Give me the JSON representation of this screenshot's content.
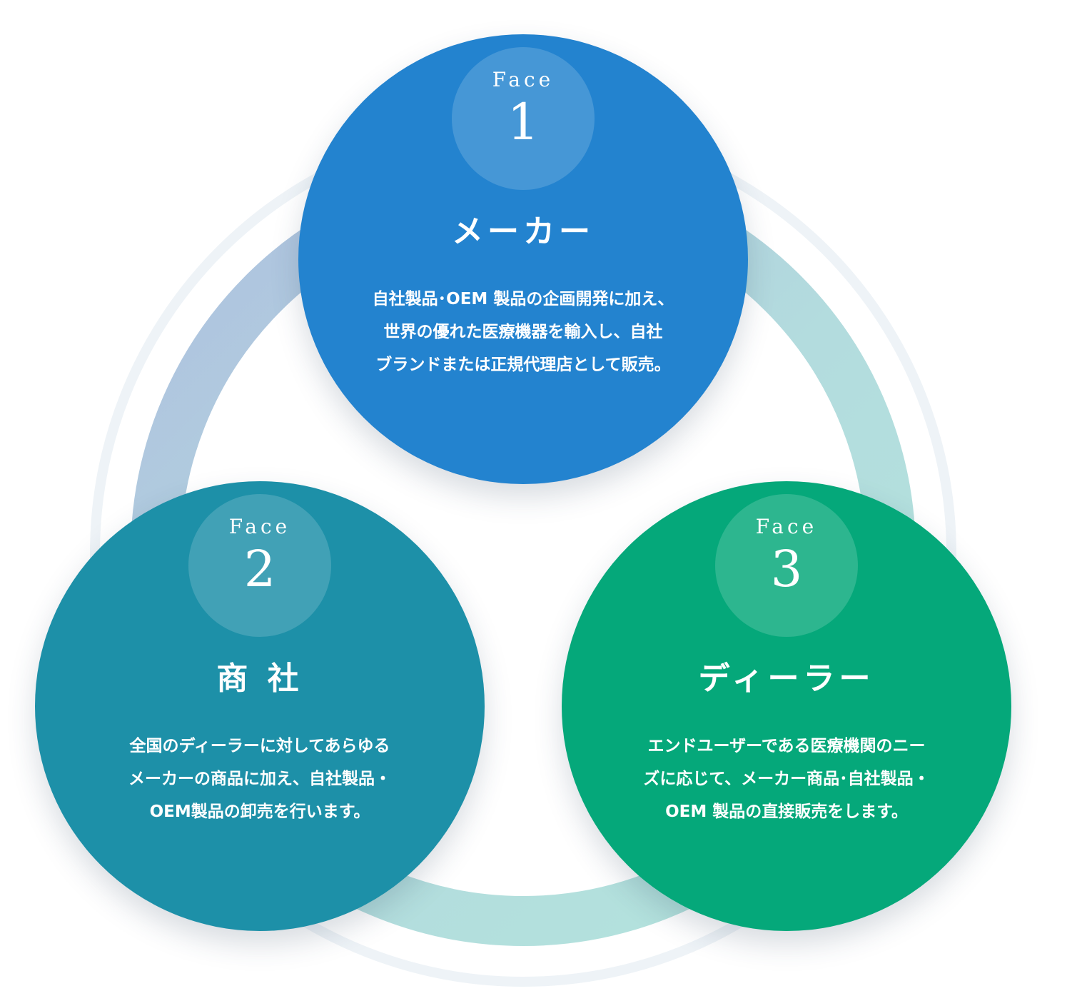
{
  "colors": {
    "face1": "#2383cf",
    "face2": "#1d90a8",
    "face3": "#05a87a",
    "ring_left": "#aebfdf",
    "ring_right": "#b3dcde",
    "ring_bottom": "#b3e4dc",
    "outer_ring": "#eef3f7"
  },
  "faces": [
    {
      "label": "Face",
      "number": "1",
      "title": "メーカー",
      "description": [
        "自社製品･OEM 製品の企画開発に加え、",
        "世界の優れた医療機器を輸入し、自社",
        "ブランドまたは正規代理店として販売。"
      ]
    },
    {
      "label": "Face",
      "number": "2",
      "title": "商 社",
      "description": [
        "全国のディーラーに対してあらゆる",
        "メーカーの商品に加え、自社製品・",
        "OEM製品の卸売を行います。"
      ]
    },
    {
      "label": "Face",
      "number": "3",
      "title": "ディーラー",
      "description": [
        "エンドユーザーである医療機関のニー",
        "ズに応じて、メーカー商品･自社製品・",
        "OEM 製品の直接販売をします。"
      ]
    }
  ]
}
